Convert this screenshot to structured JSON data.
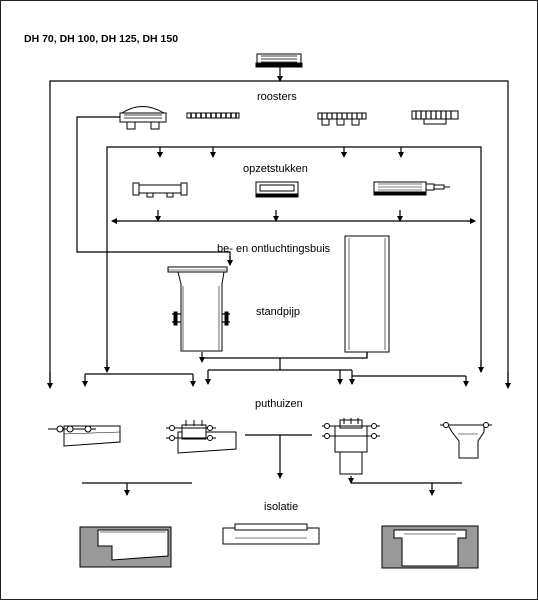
{
  "title": "DH 70, DH 100, DH 125, DH 150",
  "labels": {
    "roosters": "roosters",
    "opzetstukken": "opzetstukken",
    "ontluchtingsbuis": "be- en ontluchtingsbuis",
    "standpijp": "standpijp",
    "puthuizen": "puthuizen",
    "isolatie": "isolatie"
  },
  "colors": {
    "line": "#000000",
    "part_fill": "#ffffff",
    "insulation_fill": "#9a9a9a"
  }
}
